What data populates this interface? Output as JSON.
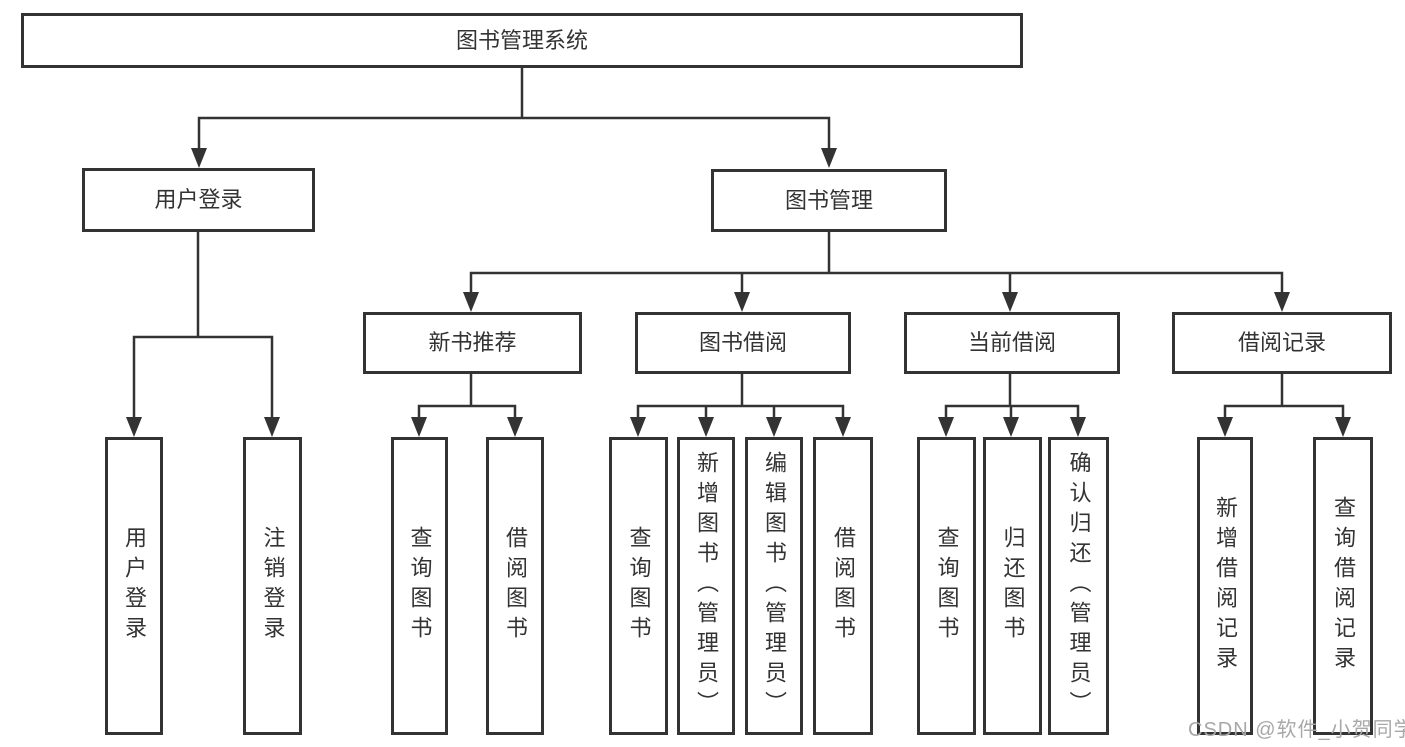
{
  "diagram": {
    "root": {
      "label": "图书管理系统"
    },
    "branches": [
      {
        "label": "用户登录",
        "children": [
          {
            "label": "用户登录"
          },
          {
            "label": "注销登录"
          }
        ]
      },
      {
        "label": "图书管理",
        "children": [
          {
            "label": "新书推荐",
            "children": [
              {
                "label": "查询图书"
              },
              {
                "label": "借阅图书"
              }
            ]
          },
          {
            "label": "图书借阅",
            "children": [
              {
                "label": "查询图书"
              },
              {
                "label": "新增图书（管理员）"
              },
              {
                "label": "编辑图书（管理员）"
              },
              {
                "label": "借阅图书"
              }
            ]
          },
          {
            "label": "当前借阅",
            "children": [
              {
                "label": "查询图书"
              },
              {
                "label": "归还图书"
              },
              {
                "label": "确认归还（管理员）"
              }
            ]
          },
          {
            "label": "借阅记录",
            "children": [
              {
                "label": "新增借阅记录"
              },
              {
                "label": "查询借阅记录"
              }
            ]
          }
        ]
      }
    ],
    "watermark": "CSDN @软件_小贺同学",
    "colors": {
      "line": "#333333",
      "text": "#333333",
      "watermark": "#a8a8a8",
      "background": "#ffffff"
    }
  }
}
